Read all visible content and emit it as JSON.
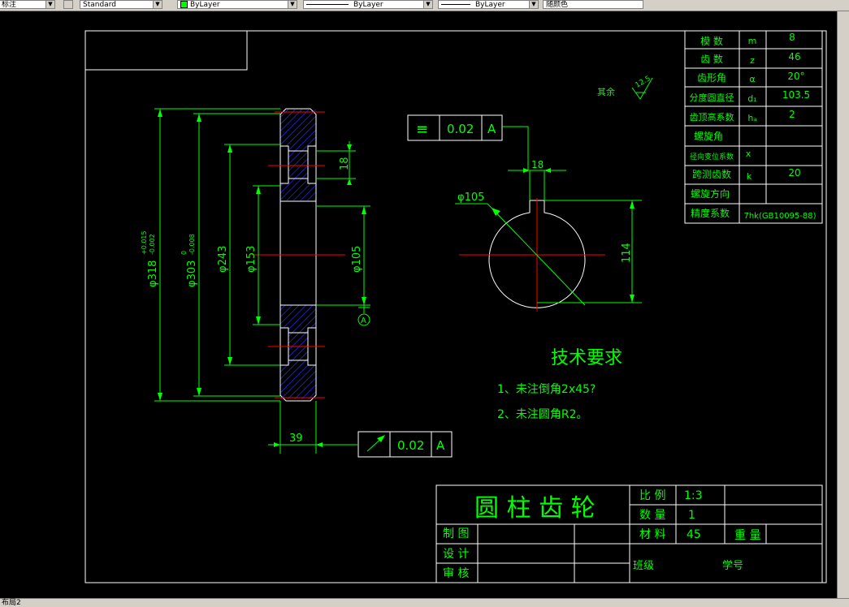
{
  "toolbar": {
    "dimstyle": "标注",
    "textstyle": "Standard",
    "layer": "ByLayer",
    "linetype": "ByLayer",
    "lineweight": "ByLayer",
    "color": "随颜色"
  },
  "status": {
    "tab": "布局2"
  },
  "param_table": {
    "rows": [
      {
        "label": "模 数",
        "symbol": "m",
        "value": "8"
      },
      {
        "label": "齿 数",
        "symbol": "z",
        "value": "46"
      },
      {
        "label": "齿形角",
        "symbol": "α",
        "value": "20°"
      },
      {
        "label": "分度圆直径",
        "symbol": "d₁",
        "value": "103.5"
      },
      {
        "label": "齿顶高系数",
        "symbol": "hₐ",
        "value": "2"
      },
      {
        "label": "螺旋角",
        "symbol": "",
        "value": ""
      },
      {
        "label": "径向变位系数",
        "symbol": "x",
        "value": ""
      },
      {
        "label": "跨测齿数",
        "symbol": "k",
        "value": "20"
      },
      {
        "label": "螺旋方向",
        "symbol": "",
        "value": ""
      },
      {
        "label": "精度系数",
        "symbol": "",
        "value": "7hk(GB10095-88)"
      }
    ]
  },
  "roughness": {
    "label": "其余",
    "value": "12.5"
  },
  "dimensions": {
    "d318": "φ318",
    "d318_tol_up": "+0.015",
    "d318_tol_dn": "-0.002",
    "d303": "φ303",
    "d303_tol_up": "0",
    "d303_tol_dn": "-0.008",
    "d243": "φ243",
    "d153": "φ153",
    "d105": "φ105",
    "w18": "18",
    "w39": "39",
    "d105b": "φ105",
    "h114": "114",
    "k18": "18",
    "datum": "A"
  },
  "tolerance_top": {
    "symbol": "≡",
    "value": "0.02",
    "datum": "A"
  },
  "tolerance_bottom": {
    "symbol": "↗",
    "value": "0.02",
    "datum": "A"
  },
  "tech": {
    "title": "技术要求",
    "item1": "1、未注倒角2x45?",
    "item2": "2、未注圆角R2。"
  },
  "title_block": {
    "part_name": "圆 柱 齿 轮",
    "scale_label": "比 例",
    "scale_value": "1:3",
    "qty_label": "数 量",
    "qty_value": "1",
    "material_label": "材 料",
    "material_value": "45",
    "weight_label": "重 量",
    "drawn_label": "制 图",
    "design_label": "设 计",
    "review_label": "审 核",
    "class_label": "班级",
    "student_label": "学号"
  },
  "colors": {
    "green": "#00ff00",
    "white": "#ffffff",
    "red": "#ff0000",
    "hatch": "#3333ff"
  }
}
